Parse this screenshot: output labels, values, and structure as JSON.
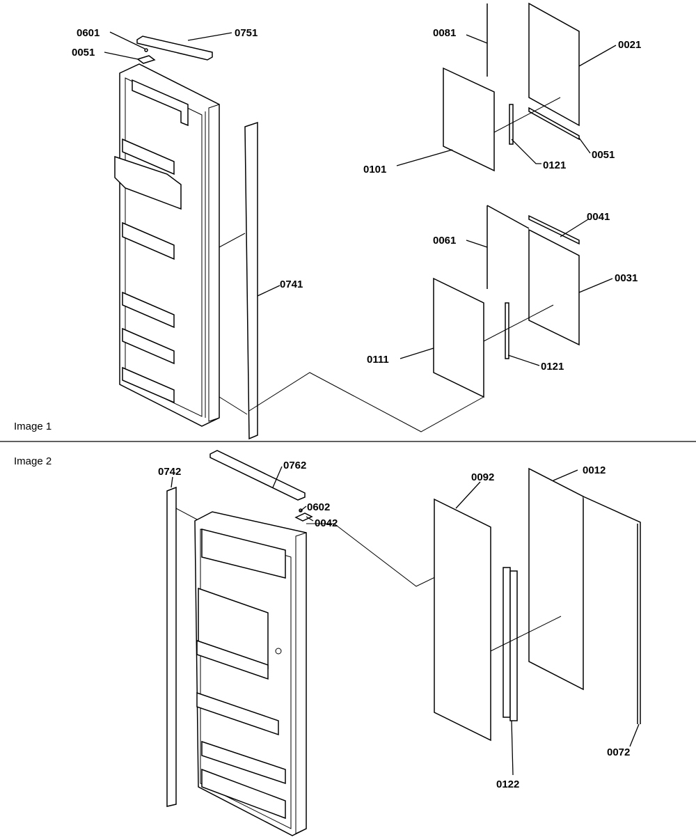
{
  "images": [
    {
      "caption": "Image 1",
      "labels": {
        "p0601": "0601",
        "p0051a": "0051",
        "p0751": "0751",
        "p0081": "0081",
        "p0021": "0021",
        "p0101": "0101",
        "p0121a": "0121",
        "p0051b": "0051",
        "p0061": "0061",
        "p0041": "0041",
        "p0031": "0031",
        "p0111": "0111",
        "p0121b": "0121",
        "p0741": "0741"
      }
    },
    {
      "caption": "Image 2",
      "labels": {
        "p0762": "0762",
        "p0742": "0742",
        "p0602": "0602",
        "p0042": "0042",
        "p0092": "0092",
        "p0012": "0012",
        "p0072": "0072",
        "p0122": "0122"
      }
    }
  ]
}
